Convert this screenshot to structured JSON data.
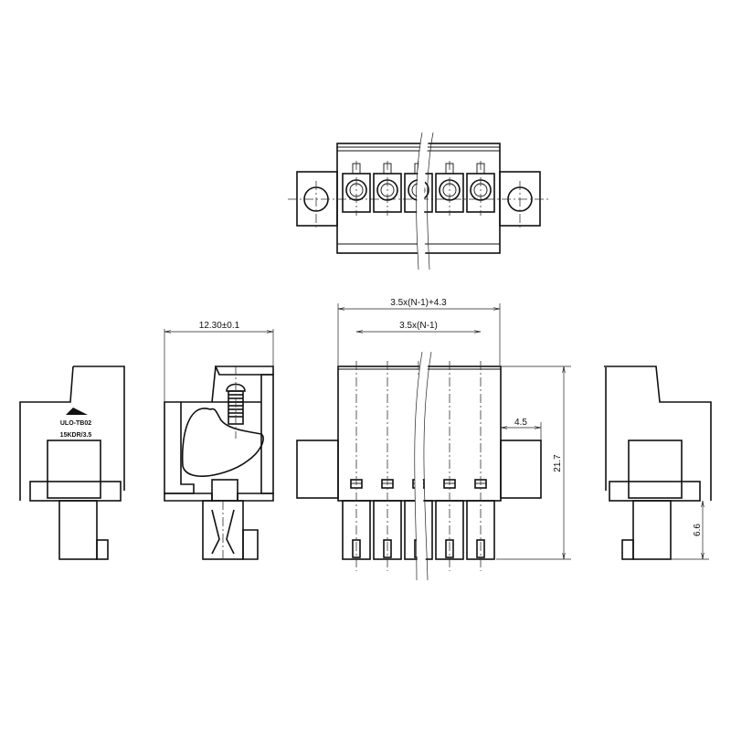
{
  "title": "Pluggable terminal block connector drawing",
  "dimensions": {
    "overall_width": "3.5x(N-1)+4.3",
    "pitch_span": "3.5x(N-1)",
    "flange_width": "4.5",
    "height": "21.7",
    "pin_length": "6.6",
    "depth": "12.30±0.1"
  },
  "marking": {
    "model": "ULO-TB02",
    "rating": "15KDR/3.5"
  },
  "pole_count_shown": 5,
  "colors": {
    "line": "#111111",
    "background": "#ffffff"
  }
}
